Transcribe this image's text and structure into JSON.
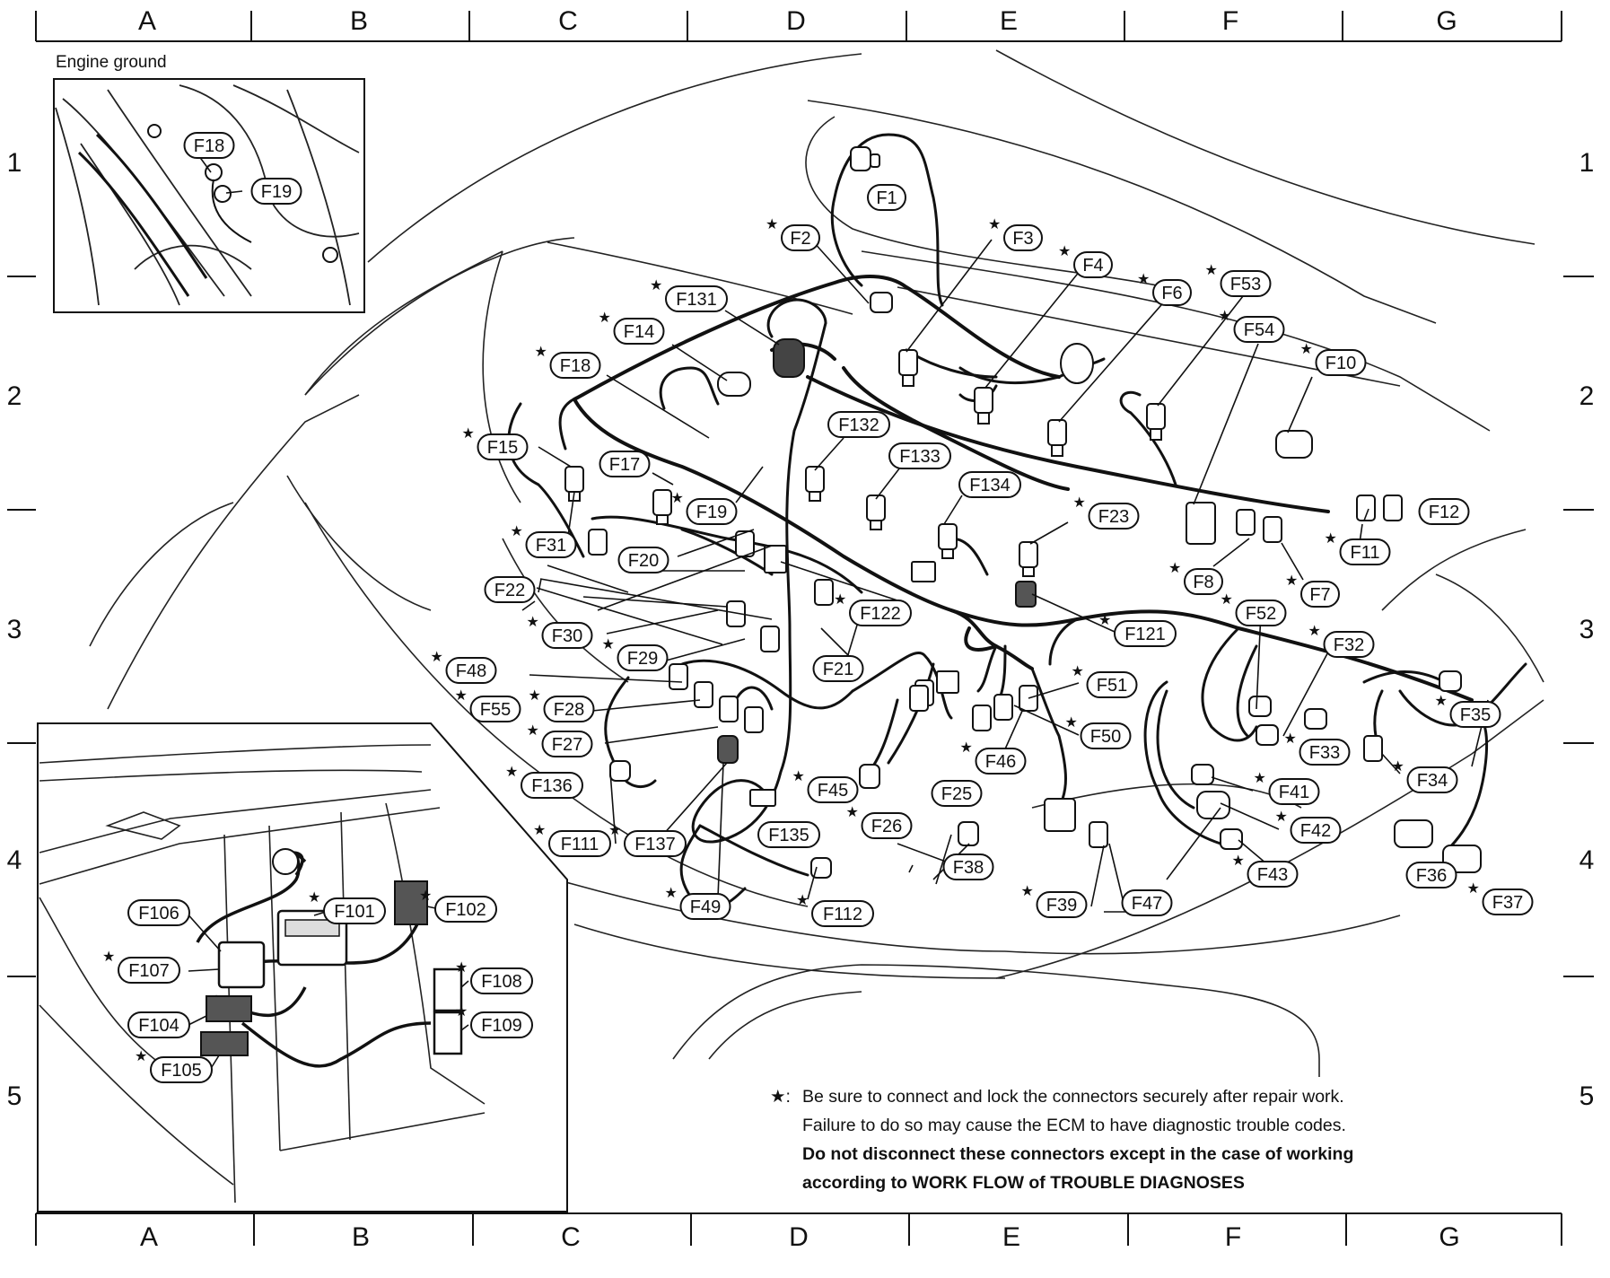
{
  "grid": {
    "columns": [
      "A",
      "B",
      "C",
      "D",
      "E",
      "F",
      "G"
    ],
    "rows": [
      "1",
      "2",
      "3",
      "4",
      "5"
    ]
  },
  "inset_top": {
    "title": "Engine ground",
    "labels": [
      "F18",
      "F19"
    ]
  },
  "inset_bottom": {
    "labels": [
      {
        "text": "F101",
        "star": true
      },
      {
        "text": "F102",
        "star": true
      },
      {
        "text": "F104",
        "star": false
      },
      {
        "text": "F105",
        "star": true
      },
      {
        "text": "F106",
        "star": false
      },
      {
        "text": "F107",
        "star": true
      },
      {
        "text": "F108",
        "star": true
      },
      {
        "text": "F109",
        "star": true
      }
    ]
  },
  "connectors": [
    {
      "text": "F1",
      "star": false
    },
    {
      "text": "F2",
      "star": true
    },
    {
      "text": "F3",
      "star": true
    },
    {
      "text": "F4",
      "star": true
    },
    {
      "text": "F6",
      "star": true
    },
    {
      "text": "F53",
      "star": true
    },
    {
      "text": "F54",
      "star": true
    },
    {
      "text": "F10",
      "star": true
    },
    {
      "text": "F131",
      "star": true
    },
    {
      "text": "F14",
      "star": true
    },
    {
      "text": "F18",
      "star": true
    },
    {
      "text": "F15",
      "star": true
    },
    {
      "text": "F17",
      "star": false
    },
    {
      "text": "F19",
      "star": true
    },
    {
      "text": "F132",
      "star": false
    },
    {
      "text": "F133",
      "star": false
    },
    {
      "text": "F134",
      "star": false
    },
    {
      "text": "F23",
      "star": true
    },
    {
      "text": "F12",
      "star": false
    },
    {
      "text": "F11",
      "star": true
    },
    {
      "text": "F8",
      "star": true
    },
    {
      "text": "F7",
      "star": true
    },
    {
      "text": "F31",
      "star": true
    },
    {
      "text": "F20",
      "star": false
    },
    {
      "text": "F22",
      "star": false
    },
    {
      "text": "F122",
      "star": true
    },
    {
      "text": "F121",
      "star": true
    },
    {
      "text": "F52",
      "star": true
    },
    {
      "text": "F32",
      "star": true
    },
    {
      "text": "F30",
      "star": true
    },
    {
      "text": "F29",
      "star": true
    },
    {
      "text": "F21",
      "star": false
    },
    {
      "text": "F48",
      "star": true
    },
    {
      "text": "F51",
      "star": true
    },
    {
      "text": "F55",
      "star": true
    },
    {
      "text": "F28",
      "star": true
    },
    {
      "text": "F35",
      "star": true
    },
    {
      "text": "F50",
      "star": true
    },
    {
      "text": "F27",
      "star": true
    },
    {
      "text": "F33",
      "star": true
    },
    {
      "text": "F46",
      "star": true
    },
    {
      "text": "F34",
      "star": true
    },
    {
      "text": "F136",
      "star": true
    },
    {
      "text": "F45",
      "star": true
    },
    {
      "text": "F25",
      "star": false
    },
    {
      "text": "F41",
      "star": true
    },
    {
      "text": "F26",
      "star": true
    },
    {
      "text": "F42",
      "star": true
    },
    {
      "text": "F135",
      "star": false
    },
    {
      "text": "F111",
      "star": true
    },
    {
      "text": "F137",
      "star": true
    },
    {
      "text": "F38",
      "star": false
    },
    {
      "text": "F43",
      "star": true
    },
    {
      "text": "F36",
      "star": false
    },
    {
      "text": "F37",
      "star": true
    },
    {
      "text": "F39",
      "star": true
    },
    {
      "text": "F47",
      "star": false
    },
    {
      "text": "F49",
      "star": true
    },
    {
      "text": "F112",
      "star": true
    }
  ],
  "note": {
    "star": "★:",
    "line1": "Be sure to connect and lock the connectors securely after repair work.",
    "line2": "Failure to do so may cause the ECM to have diagnostic trouble codes.",
    "line3": "Do not disconnect these connectors except in the case of working",
    "line4": "according to WORK FLOW of TROUBLE DIAGNOSES"
  }
}
